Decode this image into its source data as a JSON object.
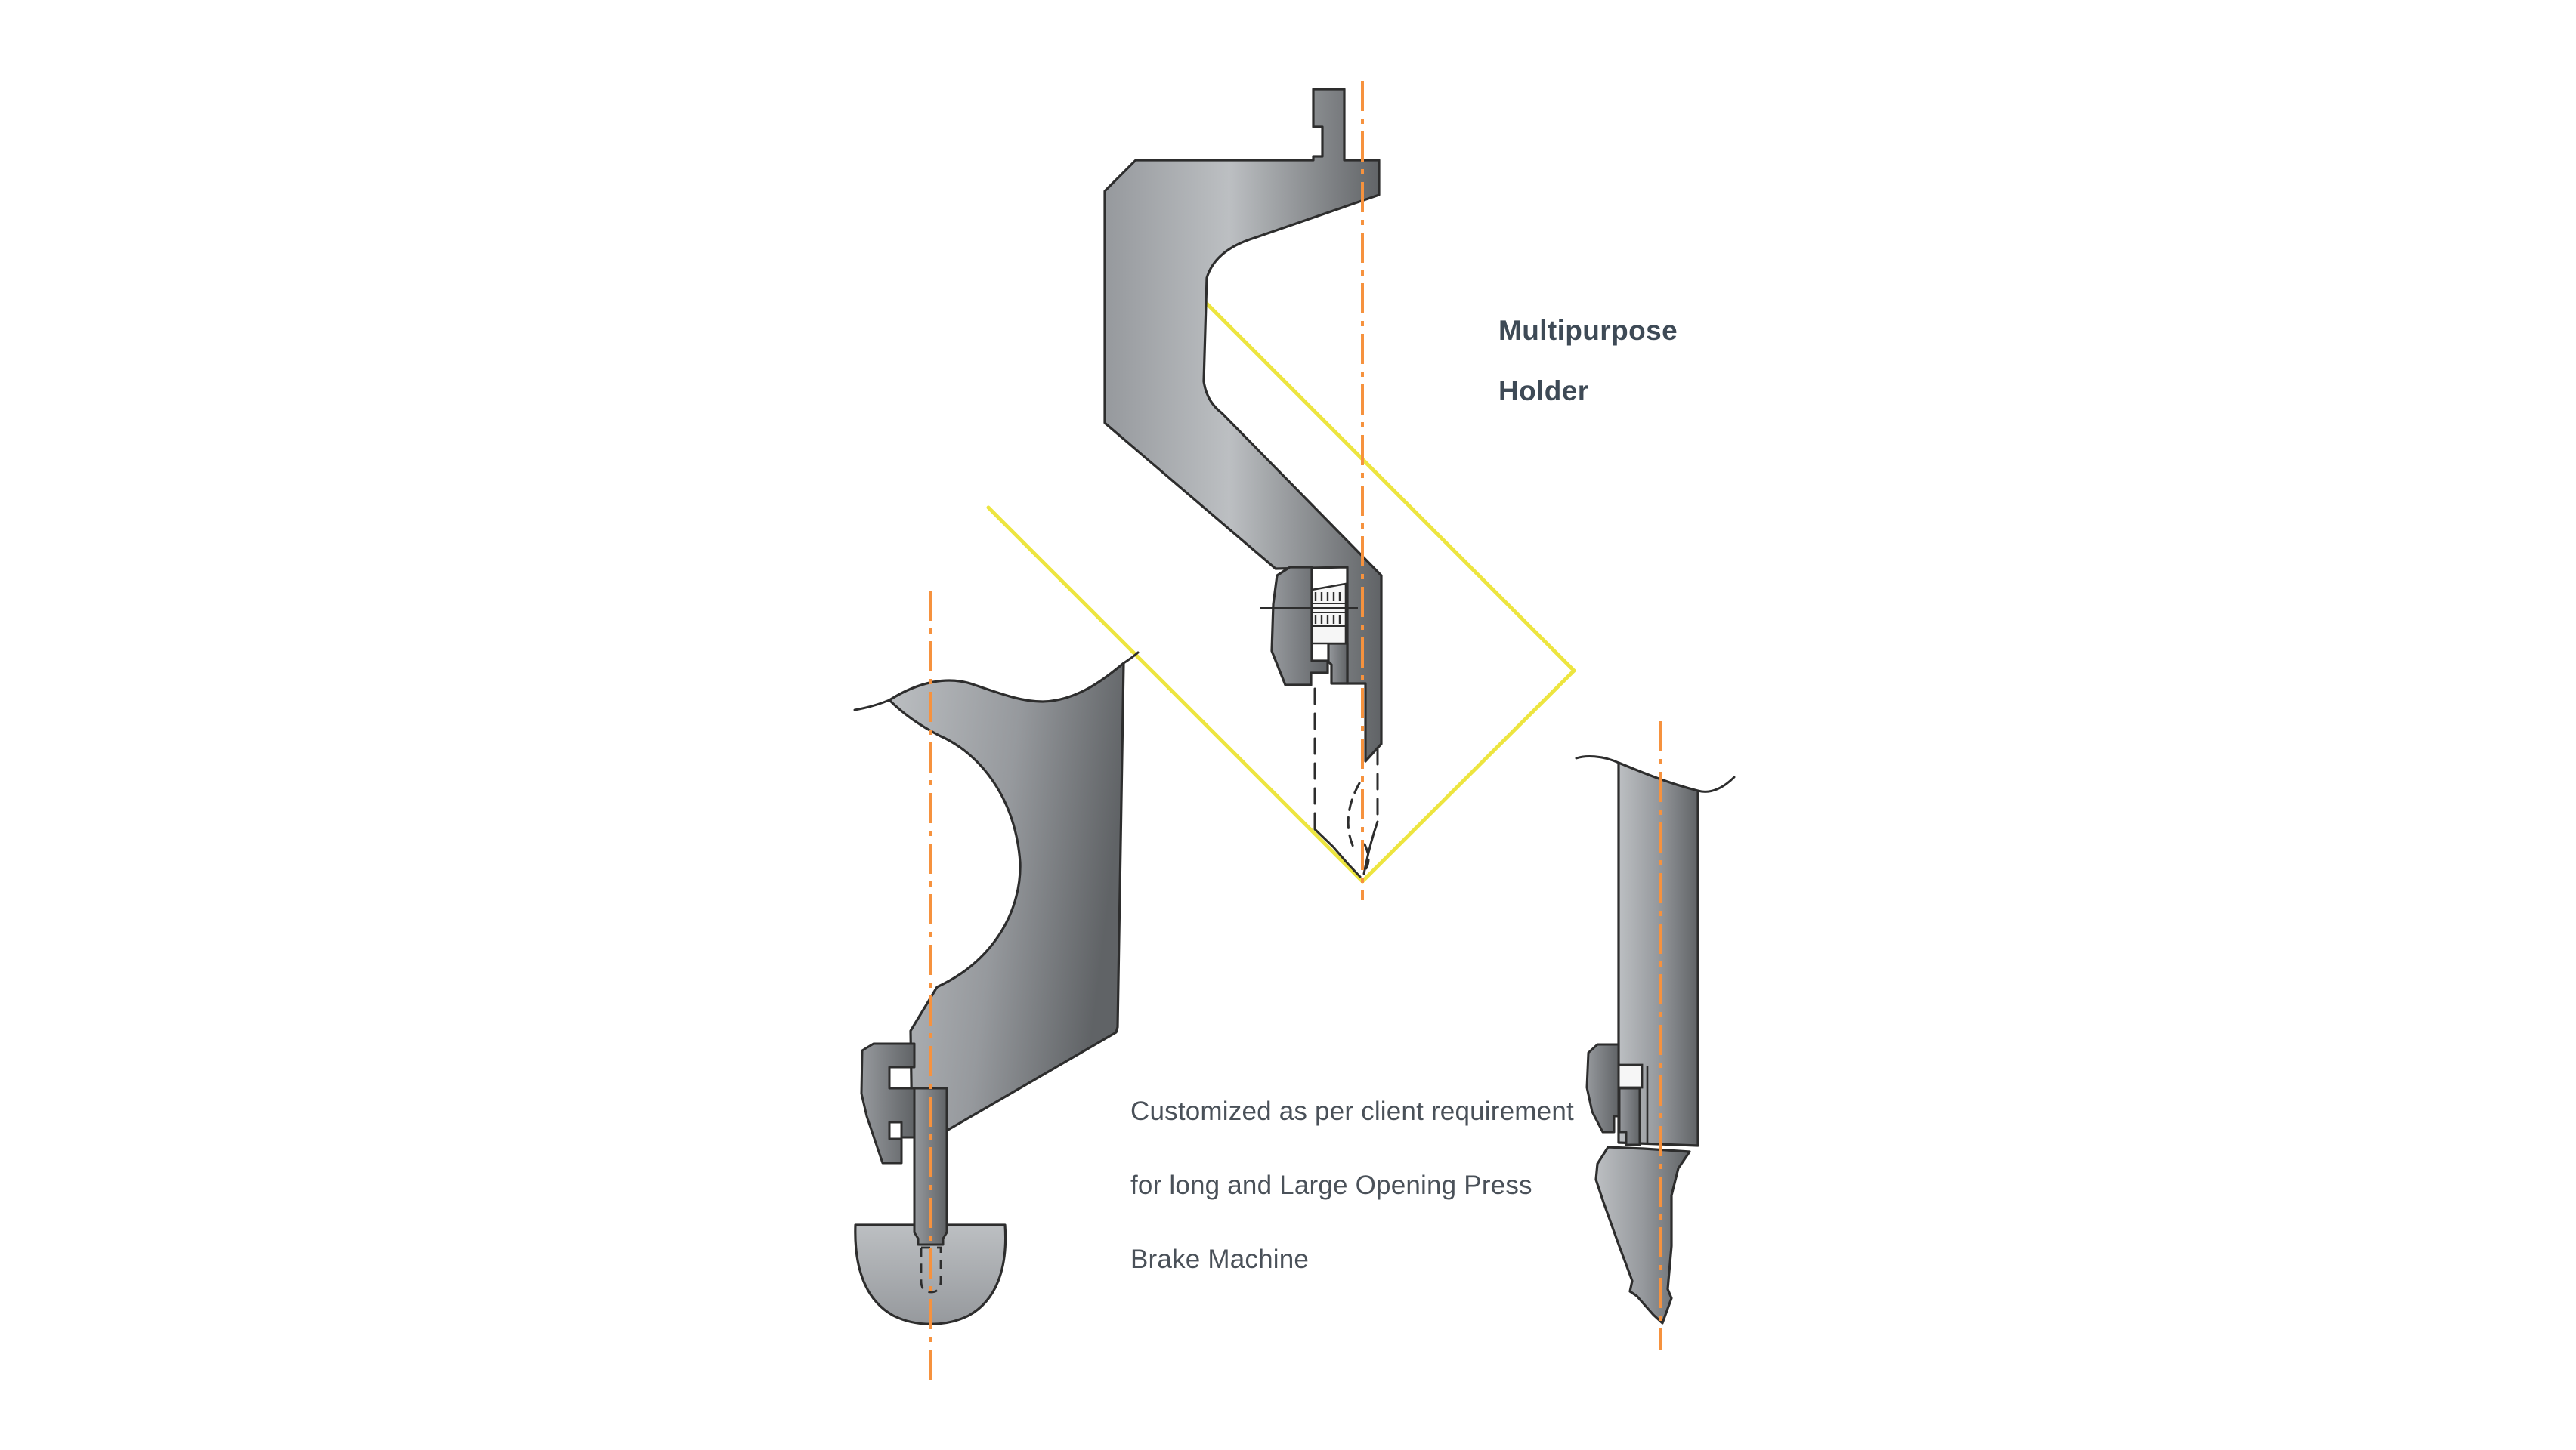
{
  "page": {
    "background": "#ffffff",
    "type_note": "press brake tooling technical illustration"
  },
  "title": {
    "line1": "Multipurpose",
    "line2": "Holder"
  },
  "caption": {
    "line1": "Customized as per client requirement",
    "line2": "for long and Large Opening Press",
    "line3": "Brake Machine"
  },
  "colors": {
    "background": "#ffffff",
    "outline": "#2d2d2d",
    "centerline_orange": "#F6923E",
    "die_yellow": "#EDE53F",
    "metal_light": "#bcbfc2",
    "metal_mid": "#96999d",
    "metal_dark": "#606366",
    "metal_deep": "#4d5053",
    "title_text": "#3E4A56",
    "caption_text": "#4A5159"
  }
}
